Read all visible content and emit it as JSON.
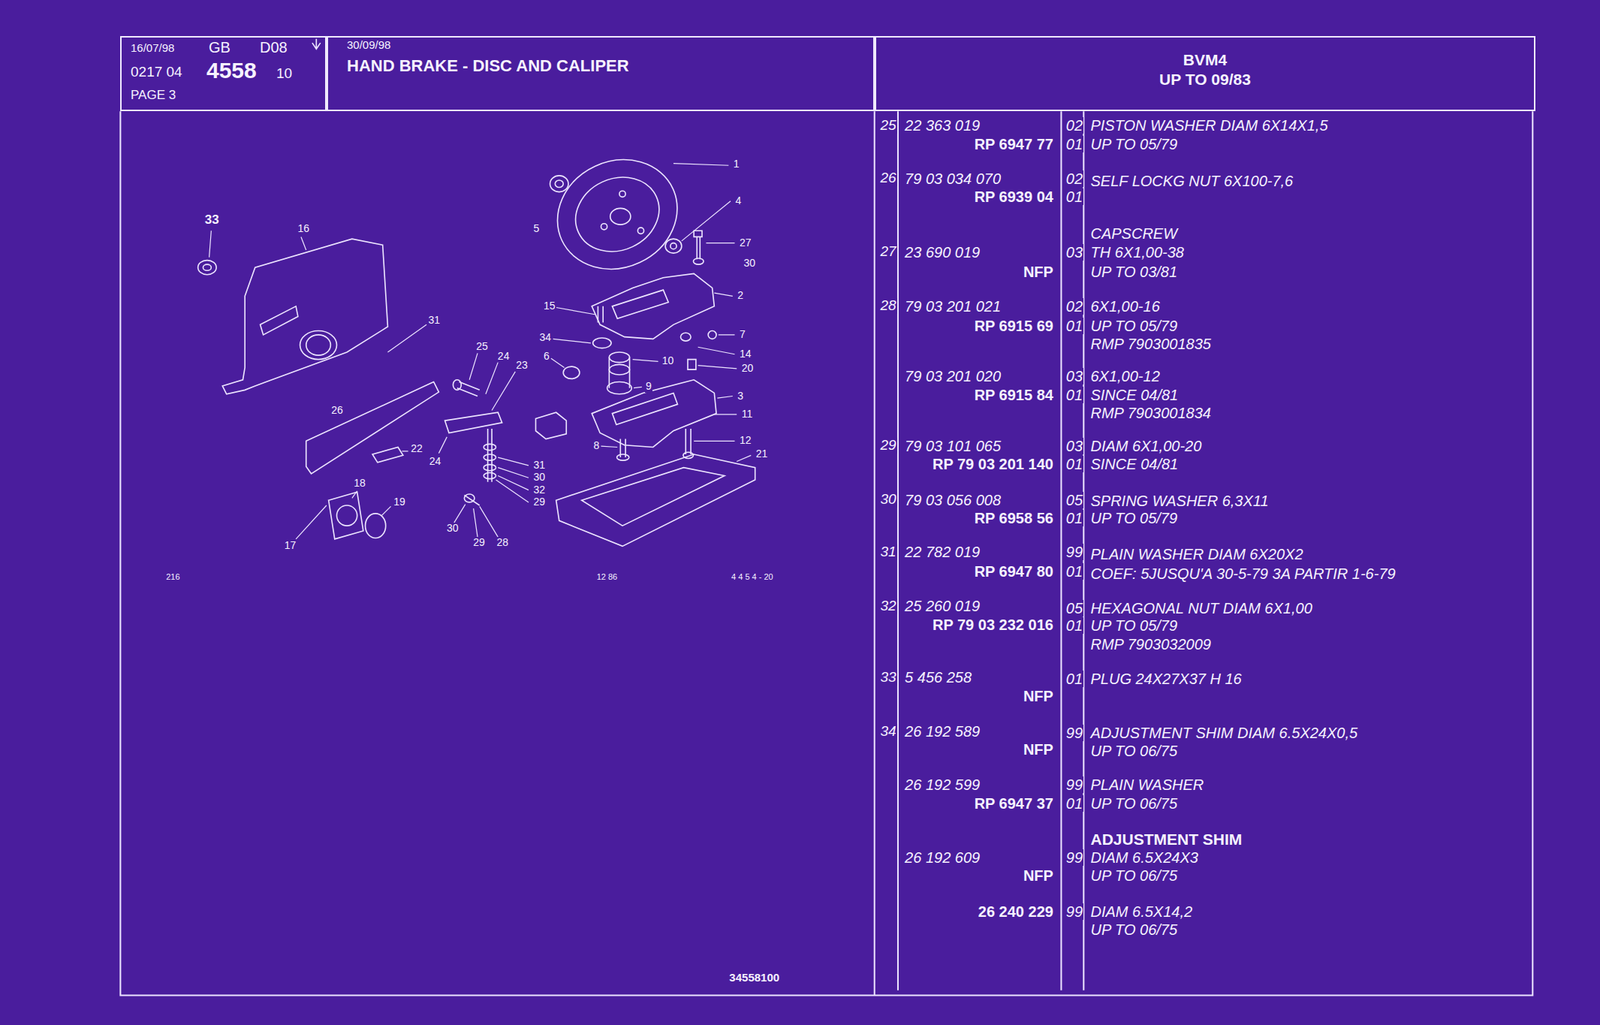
{
  "diagram": {
    "title": "HAND BRAKE - DISC AND CALIPER",
    "nodes": [
      {
        "text": [
          "16/07/98",
          "GB",
          "D08",
          "0217 04",
          "4558",
          "10",
          "PAGE 3"
        ]
      },
      {
        "text": [
          "30/09/98"
        ]
      },
      {
        "text": [
          "BVM4",
          "UP TO 09/83"
        ]
      }
    ],
    "labels": [
      "25",
      "22 363 019",
      "02",
      "PISTON WASHER DIAM 6X14X1,5",
      "RP 6947 77",
      "01",
      "UP TO 05/79",
      "26",
      "79 03 034 070",
      "02",
      "SELF LOCKG NUT 6X100-7,6",
      "RP 6939 04",
      "01",
      "CAPSCREW",
      "27",
      "23 690 019",
      "03",
      "TH 6X1,00-38",
      "NFP",
      "UP TO 03/81",
      "28",
      "79 03 201 021",
      "02",
      "6X1,00-16",
      "RP 6915 69",
      "01",
      "UP TO 05/79",
      "RMP 7903001835",
      "79 03 201 020",
      "03",
      "6X1,00-12",
      "RP 6915 84",
      "01",
      "SINCE 04/81",
      "RMP 7903001834",
      "29",
      "79 03 101 065",
      "03",
      "DIAM 6X1,00-20",
      "RP 79 03 201 140",
      "01",
      "SINCE 04/81",
      "30",
      "79 03 056 008",
      "05",
      "SPRING WASHER 6,3X11",
      "RP 6958 56",
      "01",
      "UP TO 05/79",
      "31",
      "22 782 019",
      "99",
      "PLAIN WASHER DIAM 6X20X2",
      "RP 6947 80",
      "01",
      "COEF: 5JUSQU'A 30-5-79 3A PARTIR 1-6-79",
      "32",
      "25 260 019",
      "05",
      "HEXAGONAL NUT DIAM 6X1,00",
      "RP 79 03 232 016",
      "01",
      "UP TO 05/79",
      "RMP 7903032009",
      "33",
      "5 456 258",
      "01",
      "PLUG 24X27X37 H 16",
      "NFP",
      "34",
      "26 192 589",
      "99",
      "ADJUSTMENT SHIM DIAM 6.5X24X0,5",
      "NFP",
      "UP TO 06/75",
      "26 192 599",
      "99",
      "PLAIN WASHER",
      "RP 6947 37",
      "01",
      "UP TO 06/75",
      "ADJUSTMENT SHIM",
      "26 192 609",
      "99",
      "DIAM 6.5X24X3",
      "NFP",
      "UP TO 06/75",
      "26 240 229",
      "99",
      "DIAM 6.5X14,2",
      "UP TO 06/75",
      "33",
      "16",
      "5",
      "1",
      "4",
      "27",
      "30",
      "2",
      "15",
      "31",
      "34",
      "6",
      "25",
      "24",
      "23",
      "7",
      "14",
      "20",
      "10",
      "9",
      "3",
      "11",
      "26",
      "22",
      "24",
      "8",
      "12",
      "21",
      "31",
      "30",
      "32",
      "29",
      "18",
      "19",
      "17",
      "30",
      "29",
      "28",
      "216",
      "12 86",
      "4 4 5 4 - 20",
      "34558100"
    ]
  }
}
